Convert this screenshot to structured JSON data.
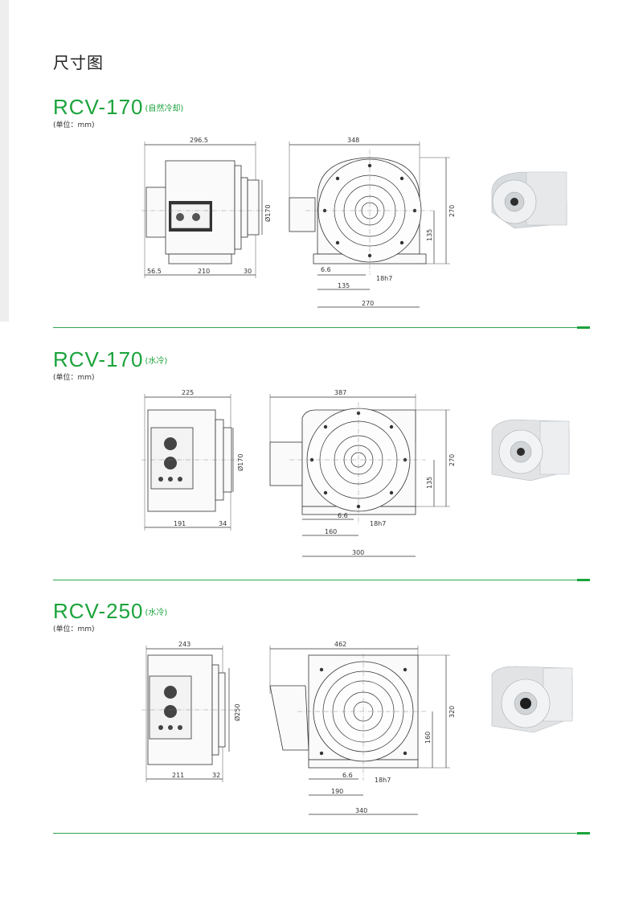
{
  "page_title": "尺寸图",
  "sections": [
    {
      "model": "RCV-170",
      "cooling": "(自然冷却)",
      "unit": "(单位：mm)",
      "dims": {
        "total_length": "296.5",
        "rear": "56.5",
        "mid": "210",
        "front": "30",
        "bore": "Ø170",
        "width": "348",
        "height": "270",
        "center_height": "135",
        "slot_offset": "6.6",
        "key": "18h7",
        "half_base": "135",
        "base": "270"
      }
    },
    {
      "model": "RCV-170",
      "cooling": "(水冷)",
      "unit": "(单位：mm)",
      "dims": {
        "total_length": "225",
        "rear": "191",
        "front": "34",
        "bore": "Ø170",
        "width": "387",
        "height": "270",
        "center_height": "135",
        "slot_offset": "6.6",
        "key": "18h7",
        "half_base": "160",
        "base": "300"
      }
    },
    {
      "model": "RCV-250",
      "cooling": "(水冷)",
      "unit": "(单位：mm)",
      "dims": {
        "total_length": "243",
        "rear": "211",
        "front": "32",
        "bore": "Ø250",
        "width": "462",
        "height": "320",
        "center_height": "160",
        "slot_offset": "6.6",
        "key": "18h7",
        "half_base": "190",
        "base": "340"
      }
    }
  ],
  "colors": {
    "accent": "#1aa33b",
    "divider": "#2ea84d"
  }
}
